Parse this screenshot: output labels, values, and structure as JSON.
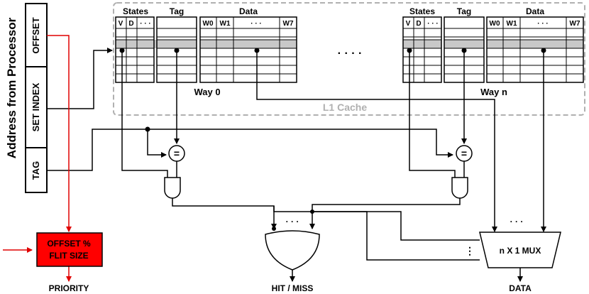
{
  "address": {
    "title": "Address from Processor",
    "fields": [
      "OFFSET",
      "SET INDEX",
      "TAG"
    ]
  },
  "cache": {
    "label": "L1 Cache",
    "ways": [
      {
        "name": "Way 0",
        "states": "States",
        "tag": "Tag",
        "data": "Data",
        "state_bits": [
          "V",
          "D",
          "· · ·"
        ],
        "words": [
          "W0",
          "W1",
          "· · ·",
          "W7"
        ]
      },
      {
        "name": "Way n",
        "states": "States",
        "tag": "Tag",
        "data": "Data",
        "state_bits": [
          "V",
          "D",
          "· · ·"
        ],
        "words": [
          "W0",
          "W1",
          "· · ·",
          "W7"
        ]
      }
    ],
    "between_ways": "· · · ·"
  },
  "logic": {
    "comparator_symbol": "=",
    "or_dots": "· · ·",
    "mux_dots": "· · ·",
    "mux_vdots": "⋮"
  },
  "mux": {
    "label": "n X 1 MUX"
  },
  "offset_box": {
    "line1": "OFFSET %",
    "line2": "FLIT SIZE",
    "color": "#ff0000"
  },
  "outputs": {
    "priority": "PRIORITY",
    "hit_miss": "HIT / MISS",
    "data": "DATA"
  }
}
